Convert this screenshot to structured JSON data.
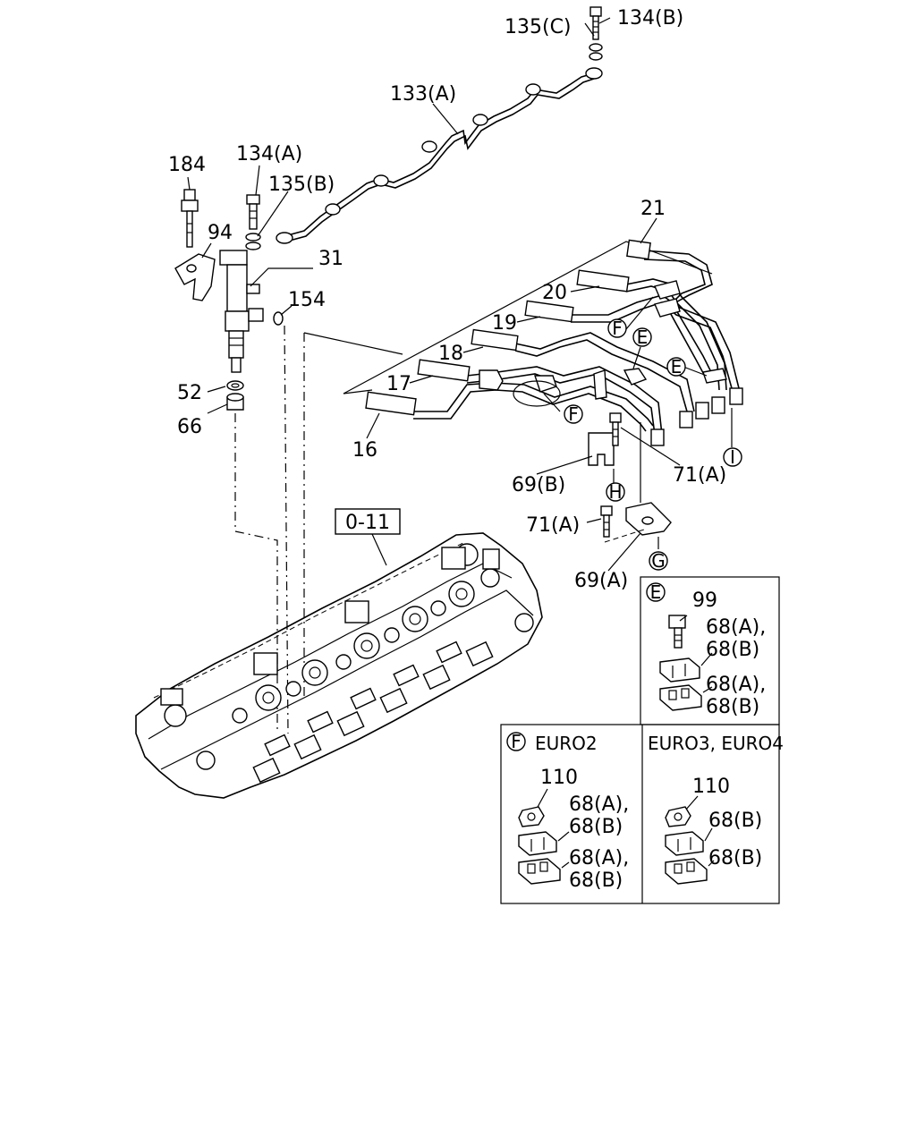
{
  "labels": {
    "p135c": "135(C)",
    "p134b": "134(B)",
    "p133a": "133(A)",
    "p134a": "134(A)",
    "p135b": "135(B)",
    "p184": "184",
    "p94": "94",
    "p31": "31",
    "p154": "154",
    "p21": "21",
    "p20": "20",
    "p19": "19",
    "p18": "18",
    "p17": "17",
    "p16": "16",
    "p52": "52",
    "p66": "66",
    "p69b": "69(B)",
    "p71a_1": "71(A)",
    "p71a_2": "71(A)",
    "p69a": "69(A)",
    "ref011": "0-11"
  },
  "callouts": {
    "e1": "E",
    "e2": "E",
    "f1": "F",
    "f2": "F",
    "h": "H",
    "g": "G",
    "i": "I"
  },
  "detail_e": {
    "key": "E",
    "bolt": "99",
    "clamp_upper_1": "68(A),",
    "clamp_upper_2": "68(B)",
    "clamp_lower_1": "68(A),",
    "clamp_lower_2": "68(B)"
  },
  "detail_f_left": {
    "key": "F",
    "variant": "EURO2",
    "nut": "110",
    "clamp_upper_1": "68(A),",
    "clamp_upper_2": "68(B)",
    "clamp_lower_1": "68(A),",
    "clamp_lower_2": "68(B)"
  },
  "detail_f_right": {
    "variant": "EURO3, EURO4",
    "nut": "110",
    "clamp_upper": "68(B)",
    "clamp_lower": "68(B)"
  }
}
